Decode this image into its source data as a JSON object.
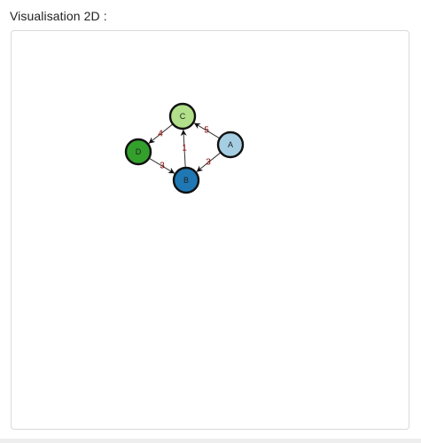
{
  "header": {
    "title": "Visualisation 2D :"
  },
  "graph": {
    "nodes": [
      {
        "id": "A",
        "label": "A",
        "color": "#a6cee3"
      },
      {
        "id": "B",
        "label": "B",
        "color": "#1f78b4"
      },
      {
        "id": "C",
        "label": "C",
        "color": "#b2df8a"
      },
      {
        "id": "D",
        "label": "D",
        "color": "#33a02c"
      }
    ],
    "edges": [
      {
        "source": "A",
        "target": "C",
        "weight": "5"
      },
      {
        "source": "A",
        "target": "B",
        "weight": "3"
      },
      {
        "source": "B",
        "target": "C",
        "weight": "1"
      },
      {
        "source": "C",
        "target": "D",
        "weight": "4"
      },
      {
        "source": "D",
        "target": "B",
        "weight": "3"
      }
    ],
    "edge_label_color": "#8b0000"
  }
}
